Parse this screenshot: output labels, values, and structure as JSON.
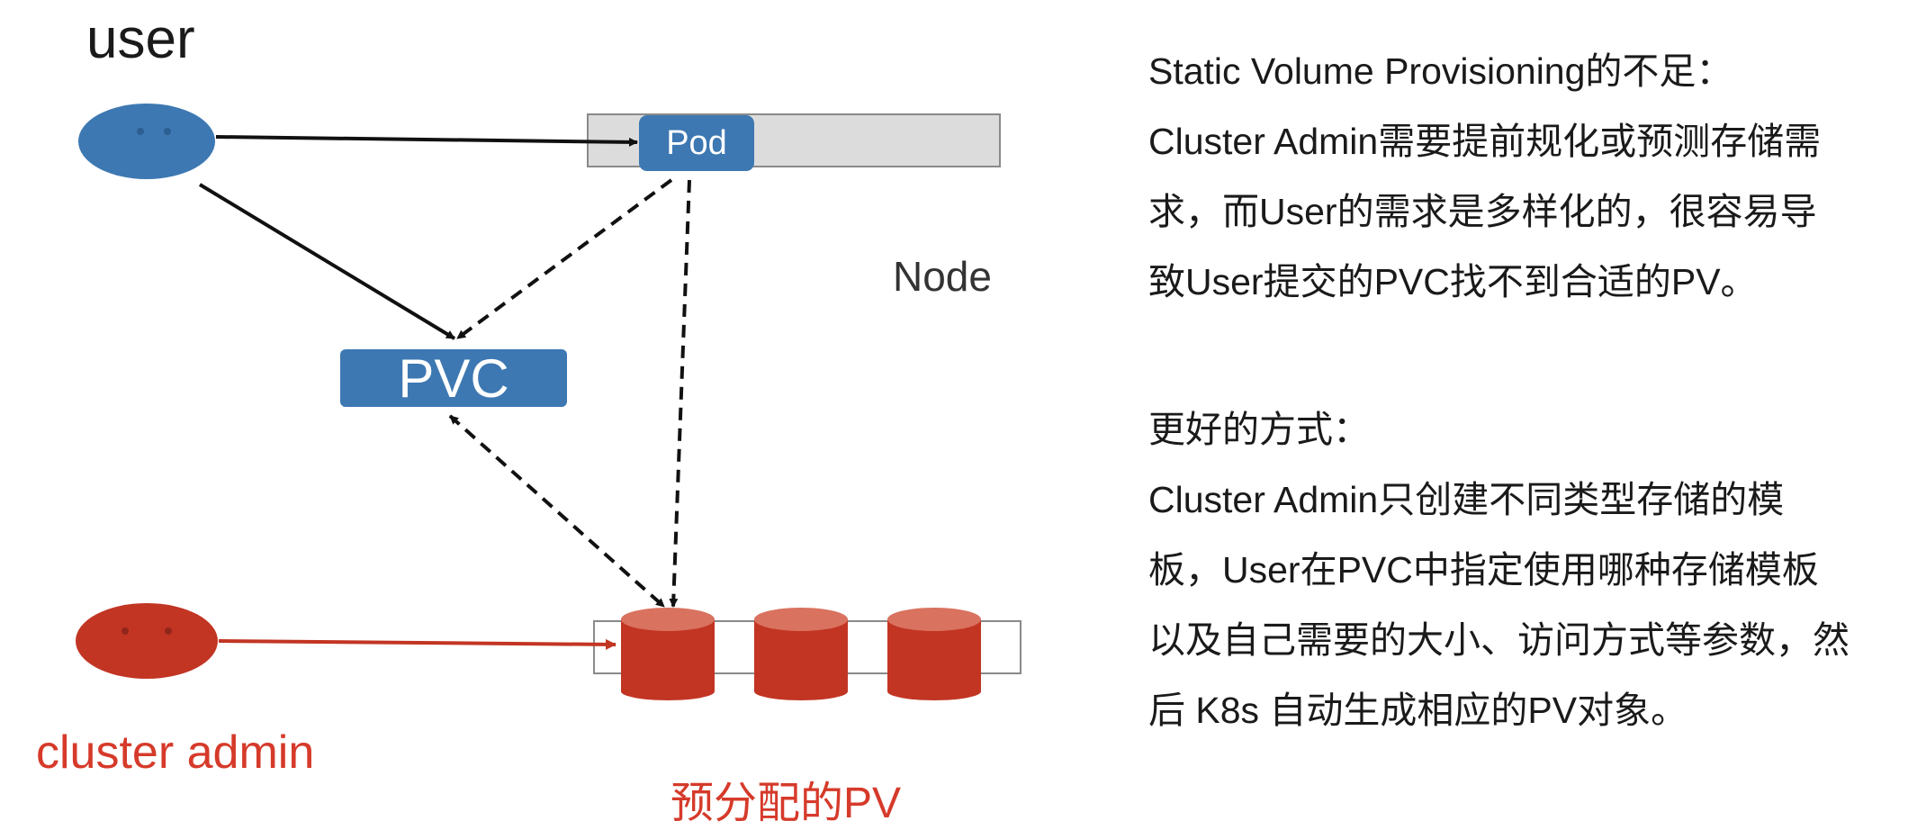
{
  "diagram": {
    "user_label": "user",
    "admin_label": "cluster admin",
    "pod_label": "Pod",
    "pvc_label": "PVC",
    "node_label": "Node",
    "pv_label": "预分配的PV"
  },
  "text": {
    "block1": {
      "heading": "Static Volume Provisioning的不足：",
      "lines": [
        "Cluster Admin需要提前规化或预测存储需",
        "求，而User的需求是多样化的，很容易导",
        "致User提交的PVC找不到合适的PV。"
      ]
    },
    "block2": {
      "heading": "更好的方式：",
      "lines": [
        "Cluster Admin只创建不同类型存储的模",
        "板，User在PVC中指定使用哪种存储模板",
        "以及自己需要的大小、访问方式等参数，然",
        "后 K8s 自动生成相应的PV对象。"
      ]
    }
  },
  "colors": {
    "blue": "#3d78b2",
    "red": "#c23523",
    "red_text": "#d63a2a",
    "node_bar": "#dcdcdc"
  }
}
